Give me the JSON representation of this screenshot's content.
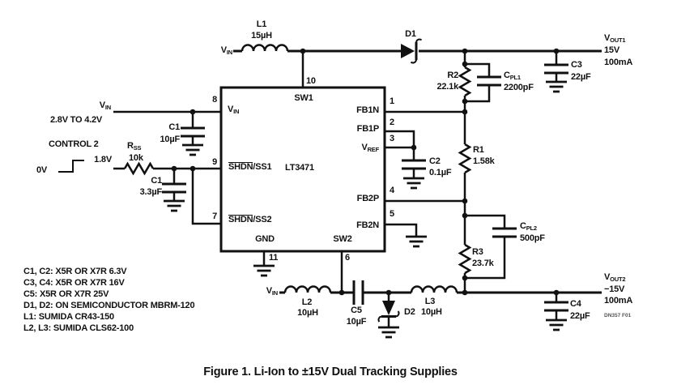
{
  "caption": "Figure 1. Li-Ion to ±15V Dual Tracking Supplies",
  "doc_ref": "DN357 F01",
  "input": {
    "vin_base": "V",
    "vin_sub": "IN",
    "vin_range": "2.8V TO 4.2V",
    "control_title": "CONTROL 2",
    "control_high": "1.8V",
    "control_low": "0V"
  },
  "ic": {
    "part": "LT3471",
    "pins": {
      "sw1": {
        "num": "10",
        "label": "SW1"
      },
      "vin": {
        "num": "8",
        "base": "V",
        "sub": "IN"
      },
      "ss1": {
        "num": "9",
        "over": "SHDN",
        "rest": "/SS1"
      },
      "ss2": {
        "num": "7",
        "over": "SHDN",
        "rest": "/SS2"
      },
      "fb1n": {
        "num": "1",
        "label": "FB1N"
      },
      "fb1p": {
        "num": "2",
        "label": "FB1P"
      },
      "vref": {
        "num": "3",
        "base": "V",
        "sub": "REF"
      },
      "fb2p": {
        "num": "4",
        "label": "FB2P"
      },
      "fb2n": {
        "num": "5",
        "label": "FB2N"
      },
      "gnd": {
        "num": "11",
        "label": "GND"
      },
      "sw2": {
        "num": "6",
        "label": "SW2"
      }
    }
  },
  "components": {
    "l1": {
      "ref": "L1",
      "value": "15µH"
    },
    "l2": {
      "ref": "L2",
      "value": "10µH"
    },
    "l3": {
      "ref": "L3",
      "value": "10µH"
    },
    "c1_vin": {
      "ref": "C1",
      "value": "10µF"
    },
    "c1_ss": {
      "ref": "C1",
      "value": "3.3µF"
    },
    "c2": {
      "ref": "C2",
      "value": "0.1µF"
    },
    "c3": {
      "ref": "C3",
      "value": "22µF"
    },
    "c4": {
      "ref": "C4",
      "value": "22µF"
    },
    "c5": {
      "ref": "C5",
      "value": "10µF"
    },
    "cpl1": {
      "base": "C",
      "sub": "PL1",
      "value": "2200pF"
    },
    "cpl2": {
      "base": "C",
      "sub": "PL2",
      "value": "500pF"
    },
    "r1": {
      "ref": "R1",
      "value": "1.58k"
    },
    "r2": {
      "ref": "R2",
      "value": "22.1k"
    },
    "r3": {
      "ref": "R3",
      "value": "23.7k"
    },
    "rss": {
      "base": "R",
      "sub": "SS",
      "value": "10k"
    },
    "d1": {
      "ref": "D1"
    },
    "d2": {
      "ref": "D2"
    }
  },
  "outputs": {
    "out1": {
      "base": "V",
      "sub": "OUT1",
      "voltage": "15V",
      "current": "100mA"
    },
    "out2": {
      "base": "V",
      "sub": "OUT2",
      "voltage": "−15V",
      "current": "100mA"
    }
  },
  "notes": [
    "C1, C2: X5R OR X7R 6.3V",
    "C3, C4: X5R OR X7R 16V",
    "C5: X5R OR X7R 25V",
    "D1, D2: ON SEMICONDUCTOR MBRM-120",
    "L1: SUMIDA CR43-150",
    "L2, L3: SUMIDA CLS62-100"
  ],
  "colors": {
    "ink": "#111111",
    "background": "#ffffff"
  }
}
